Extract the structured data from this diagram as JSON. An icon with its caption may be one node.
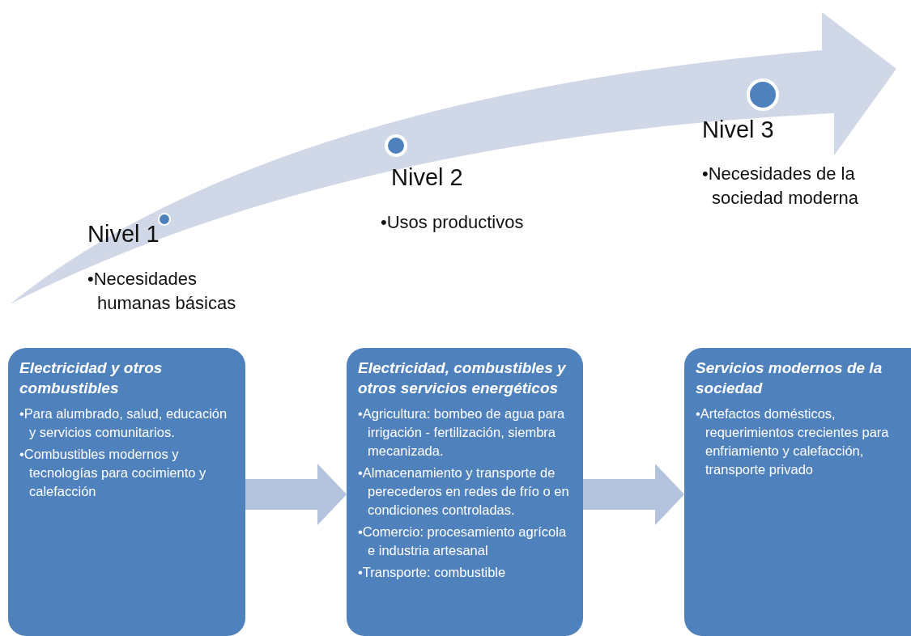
{
  "diagram": {
    "nodes": [
      {
        "text": [
          "Electricidad y otros combustibles",
          "•Para alumbrado, salud, educación y servicios comunitarios.",
          "•Combustibles modernos y tecnologías para cocimiento y calefacción"
        ]
      },
      {
        "text": [
          "Electricidad, combustibles y otros servicios energéticos",
          "•Agricultura: bombeo de agua para irrigación - fertilización, siembra mecanizada.",
          "•Almacenamiento y transporte de perecederos en redes de frío o en condiciones controladas.",
          "•Comercio: procesamiento agrícola e industria artesanal",
          "•Transporte: combustible"
        ]
      },
      {
        "text": [
          "Servicios modernos de la sociedad",
          "•Artefactos domésticos, requerimientos crecientes para enfriamiento y calefacción, transporte privado"
        ]
      }
    ],
    "edges": [
      {
        "from": 0,
        "to": 1,
        "arrow": "to"
      },
      {
        "from": 1,
        "to": 2,
        "arrow": "to"
      }
    ],
    "labels": [
      "Nivel 3",
      "•Necesidades de la sociedad moderna",
      "Nivel 2",
      "•Usos productivos",
      "Nivel 1",
      "•Necesidades humanas básicas"
    ]
  }
}
